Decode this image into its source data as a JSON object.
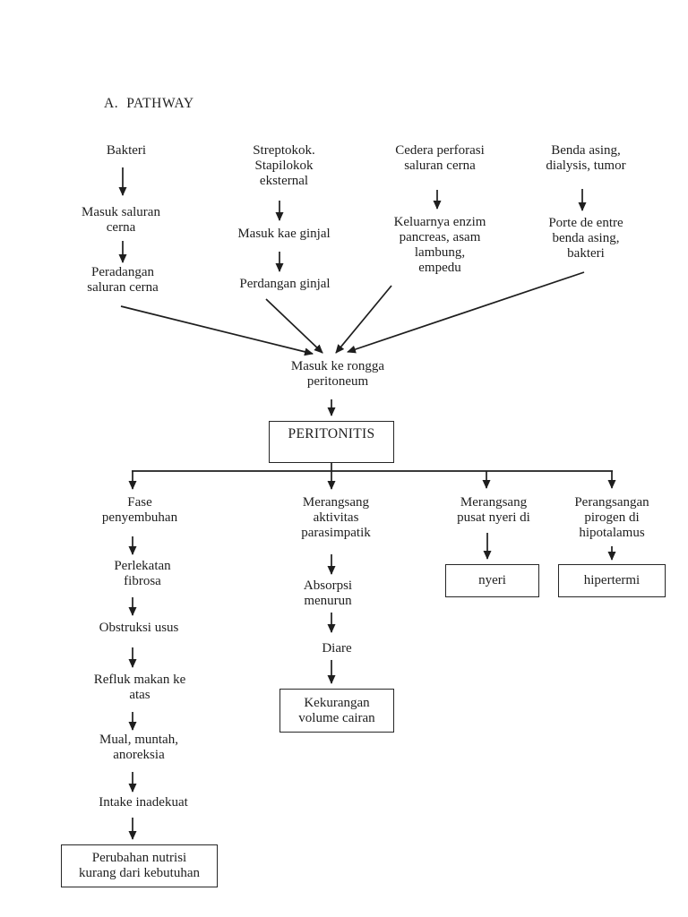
{
  "colors": {
    "ink": "#1e1e1e",
    "background": "#ffffff",
    "box_border": "#262626"
  },
  "title": "A.  PATHWAY",
  "top_columns": [
    {
      "cause": "Bakteri",
      "steps": [
        "Masuk saluran\ncerna",
        "Peradangan\nsaluran cerna"
      ]
    },
    {
      "cause": "Streptokok.\nStapilokok\neksternal",
      "steps": [
        "Masuk kae ginjal",
        "Perdangan ginjal"
      ]
    },
    {
      "cause": "Cedera perforasi\nsaluran cerna",
      "steps": [
        "Keluarnya enzim\npancreas, asam\nlambung,\nempedu"
      ]
    },
    {
      "cause": "Benda asing,\ndialysis, tumor",
      "steps": [
        "Porte de entre\nbenda asing,\nbakteri"
      ]
    }
  ],
  "convergence": "Masuk ke rongga\nperitoneum",
  "diagnosis": "PERITONITIS",
  "branches": [
    {
      "name": "fase-penyembuhan",
      "steps": [
        "Fase\npenyembuhan",
        "Perlekatan\nfibrosa",
        "Obstruksi usus",
        "Refluk makan ke\natas",
        "Mual, muntah,\nanoreksia",
        "Intake inadekuat"
      ],
      "outcome": "Perubahan nutrisi\nkurang dari kebutuhan"
    },
    {
      "name": "parasimpatik",
      "steps": [
        "Merangsang\naktivitas\nparasimpatik",
        "Absorpsi\nmenurun",
        "Diare"
      ],
      "outcome": "Kekurangan\nvolume cairan"
    },
    {
      "name": "pusat-nyeri",
      "steps": [
        "Merangsang\npusat nyeri di"
      ],
      "outcome": "nyeri"
    },
    {
      "name": "pirogen",
      "steps": [
        "Perangsangan\npirogen di\nhipotalamus"
      ],
      "outcome": "hipertermi"
    }
  ]
}
